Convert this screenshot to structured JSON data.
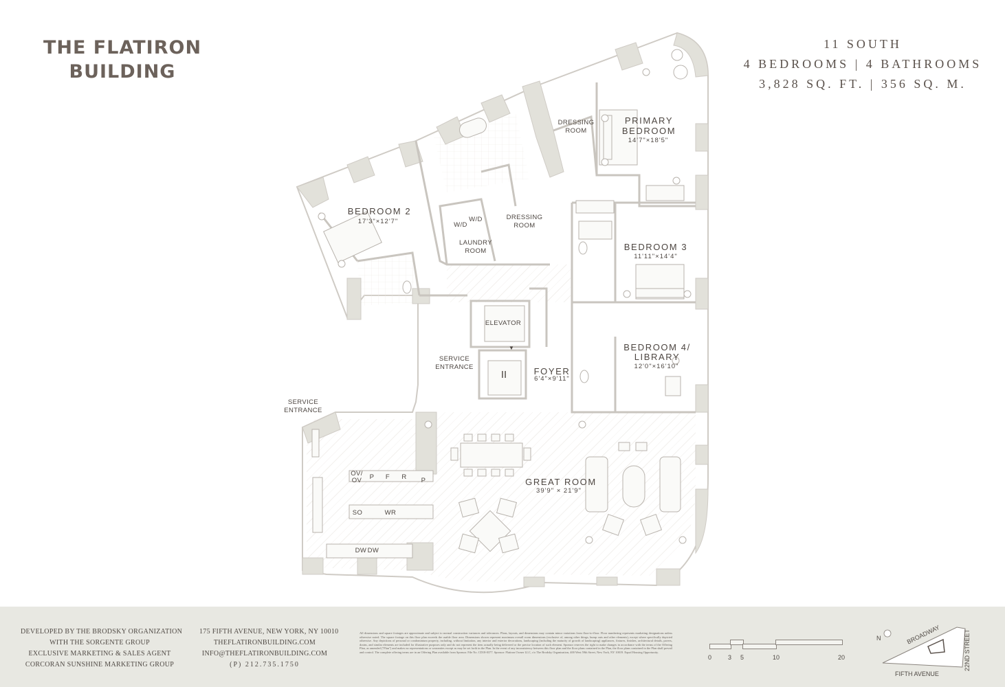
{
  "building": {
    "title_line1": "THE FLATIRON",
    "title_line2": "BUILDING"
  },
  "unit": {
    "name": "11 SOUTH",
    "config": "4 BEDROOMS | 4 BATHROOMS",
    "area": "3,828 SQ. FT. | 356 SQ. M."
  },
  "rooms": {
    "primary_bedroom": {
      "line1": "PRIMARY",
      "line2": "BEDROOM",
      "dims": "14'7\"×18'5\""
    },
    "dressing_room_1": {
      "line1": "DRESSING",
      "line2": "ROOM"
    },
    "dressing_room_2": {
      "line1": "DRESSING",
      "line2": "ROOM"
    },
    "bedroom_2": {
      "name": "BEDROOM 2",
      "dims": "17'3\"×12'7\""
    },
    "bedroom_3": {
      "name": "BEDROOM 3",
      "dims": "11'11\"×14'4\""
    },
    "bedroom_4": {
      "line1": "BEDROOM 4/",
      "line2": "LIBRARY",
      "dims": "12'0\"×16'10\""
    },
    "laundry": {
      "line1": "LAUNDRY",
      "line2": "ROOM",
      "wd1": "W/D",
      "wd2": "W/D"
    },
    "elevator": {
      "name": "ELEVATOR"
    },
    "foyer": {
      "name": "FOYER",
      "dims": "6'4\"×9'11\""
    },
    "great_room": {
      "name": "GREAT ROOM",
      "dims": "39'9\" × 21'9\""
    },
    "service_entrance_1": {
      "line1": "SERVICE",
      "line2": "ENTRANCE"
    },
    "service_entrance_2": {
      "line1": "SERVICE",
      "line2": "ENTRANCE"
    }
  },
  "appliances": {
    "ov1": "OV/",
    "ov2": "OV",
    "p1": "P",
    "f": "F",
    "r": "R",
    "p2": "P",
    "so": "SO",
    "wr": "WR",
    "dw1": "DW",
    "dw2": "DW"
  },
  "footer": {
    "developer": [
      "DEVELOPED BY THE BRODSKY ORGANIZATION",
      "WITH THE SORGENTE GROUP",
      "EXCLUSIVE MARKETING & SALES AGENT",
      "CORCORAN SUNSHINE MARKETING GROUP"
    ],
    "contact": [
      "175 FIFTH AVENUE, NEW YORK, NY 10010",
      "THEFLATIRONBUILDING.COM",
      "INFO@THEFLATIRONBUILDING.COM",
      "(P) 212.735.1750"
    ],
    "disclaimer": "All dimensions and square footages are approximate and subject to normal construction variances and tolerances. Plans, layouts, and dimensions may contain minor variations from floor-to-floor. Floor numbering represents marketing designations unless otherwise noted. The square footage on this floor plan exceeds the usable floor area. Dimensions shown represent maximum overall room dimensions (exclusive of, among other things, bump outs and other elements), except where specifically depicted otherwise. Any depictions of personal or condominium property, including, without limitation, any interior and exterior decorations, landscaping (including the maturity of growth of landscaping) appliances, fixtures, finishes, architectural details, pavers, drains, and similar elements are included for illustrative purposes only and do not represent the item actually being delivered or the precise location of such element. Sponsor reserves the right to make changes in accordance with the terms of the Offering Plan, as amended (\"Plan\") and makes no representations or warranties except as may be set forth in the Plan. In the event of any inconsistency between this floor plan and the floor plans contained in the Plan, the floor plans contained in the Plan shall prevail and control. The complete offering terms are in an Offering Plan available from Sponsor. File No. CD18-0377. Sponsor: Flatiron Owner LLC, c/o The Brodsky Organization, 400 West 59th Street, New York, NY 10019. Equal Housing Opportunity.",
    "scale_labels": [
      "0",
      "3",
      "5",
      "10",
      "20"
    ],
    "map": {
      "north": "N",
      "broadway": "BROADWAY",
      "street": "22ND STREET",
      "avenue": "FIFTH AVENUE"
    }
  }
}
